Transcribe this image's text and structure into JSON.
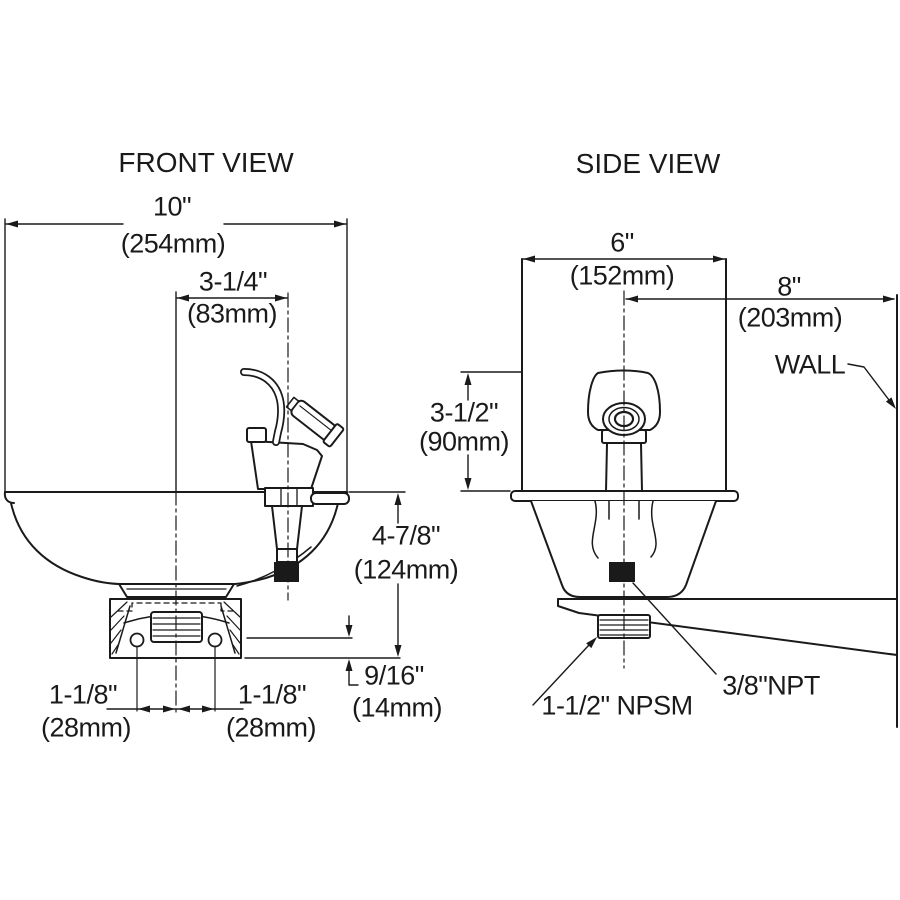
{
  "drawing": {
    "type": "technical-dimension-drawing",
    "subject": "wall-mounted drinking fountain bowl with bubbler"
  },
  "front_view": {
    "title": "FRONT VIEW",
    "width_in": "10\"",
    "width_mm": "(254mm)",
    "offset_in": "3-1/4\"",
    "offset_mm": "(83mm)",
    "height_in": "4-7/8\"",
    "height_mm": "(124mm)",
    "bolt_left_in": "1-1/8\"",
    "bolt_left_mm": "(28mm)",
    "bolt_right_in": "1-1/8\"",
    "bolt_right_mm": "(28mm)",
    "lip_in": "9/16\"",
    "lip_mm": "(14mm)"
  },
  "side_view": {
    "title": "SIDE VIEW",
    "depth_in": "6\"",
    "depth_mm": "(152mm)",
    "wall_offset_in": "8\"",
    "wall_offset_mm": "(203mm)",
    "bubbler_height_in": "3-1/2\"",
    "bubbler_height_mm": "(90mm)",
    "wall_label": "WALL",
    "drain_label": "1-1/2\" NPSM",
    "supply_label": "3/8\"NPT"
  },
  "colors": {
    "line": "#1a1a1a",
    "background": "#ffffff"
  }
}
